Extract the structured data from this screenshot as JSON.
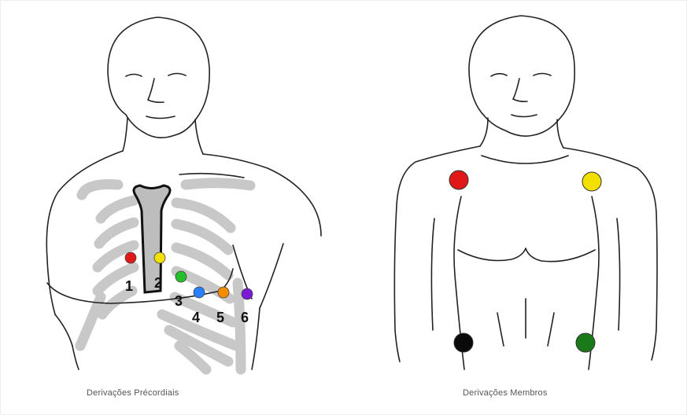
{
  "figures": [
    {
      "caption": "Derivações Précordiais",
      "electrodes": [
        {
          "label": "1",
          "color": "#e01818"
        },
        {
          "label": "2",
          "color": "#f2e000"
        },
        {
          "label": "3",
          "color": "#22c02a"
        },
        {
          "label": "4",
          "color": "#2a7fff"
        },
        {
          "label": "5",
          "color": "#f28c00"
        },
        {
          "label": "6",
          "color": "#7a1ad6"
        }
      ]
    },
    {
      "caption": "Derivações Membros",
      "electrodes": [
        {
          "label": "",
          "color": "#e01818"
        },
        {
          "label": "",
          "color": "#f2e000"
        },
        {
          "label": "",
          "color": "#0a0a0a"
        },
        {
          "label": "",
          "color": "#1a7a1a"
        }
      ]
    }
  ]
}
